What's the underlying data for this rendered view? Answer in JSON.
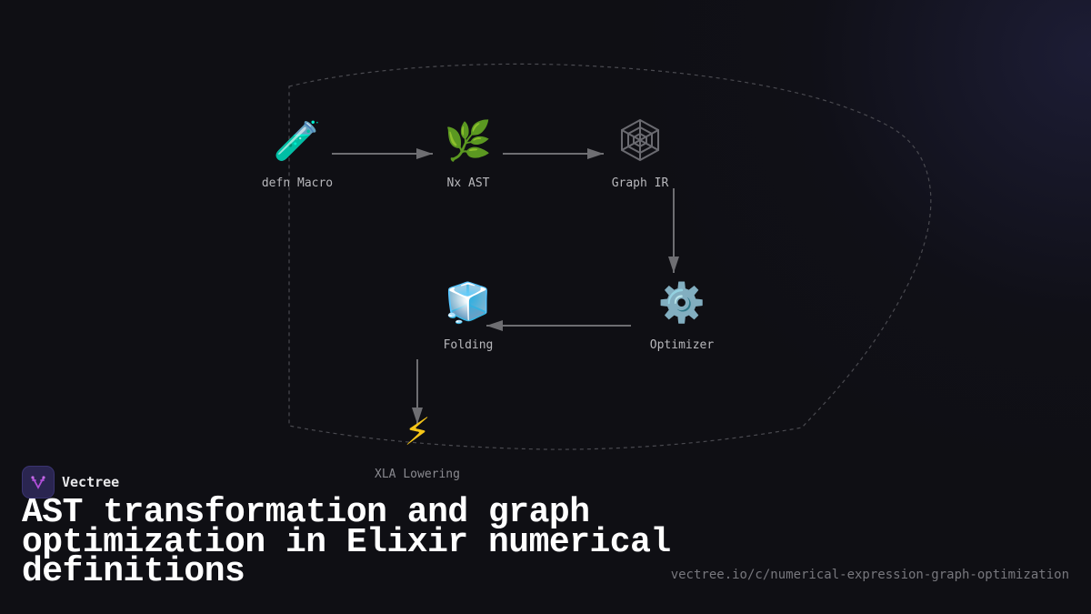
{
  "diagram": {
    "nodes": [
      {
        "id": "defn-macro",
        "label": "defn Macro",
        "icon": "test-tube-icon",
        "glyph": "🧪"
      },
      {
        "id": "nx-ast",
        "label": "Nx AST",
        "icon": "herb-icon",
        "glyph": "🌿"
      },
      {
        "id": "graph-ir",
        "label": "Graph IR",
        "icon": "spider-web-icon",
        "glyph": "🕸️"
      },
      {
        "id": "optimizer",
        "label": "Optimizer",
        "icon": "gear-icon",
        "glyph": "⚙️"
      },
      {
        "id": "folding",
        "label": "Folding",
        "icon": "ice-cube-icon",
        "glyph": "🧊"
      },
      {
        "id": "xla-lowering",
        "label": "XLA Lowering",
        "icon": "lightning-icon",
        "glyph": "⚡"
      }
    ],
    "edges": [
      {
        "from": "defn-macro",
        "to": "nx-ast"
      },
      {
        "from": "nx-ast",
        "to": "graph-ir"
      },
      {
        "from": "graph-ir",
        "to": "optimizer"
      },
      {
        "from": "optimizer",
        "to": "folding"
      },
      {
        "from": "folding",
        "to": "xla-lowering"
      }
    ],
    "colors": {
      "edge": "#6e6e72",
      "boundary": "#4a4a50",
      "label": "#b8b8bc"
    }
  },
  "brand": {
    "name": "Vectree"
  },
  "title": "AST transformation and graph optimization in Elixir numerical definitions",
  "url": "vectree.io/c/numerical-expression-graph-optimization"
}
